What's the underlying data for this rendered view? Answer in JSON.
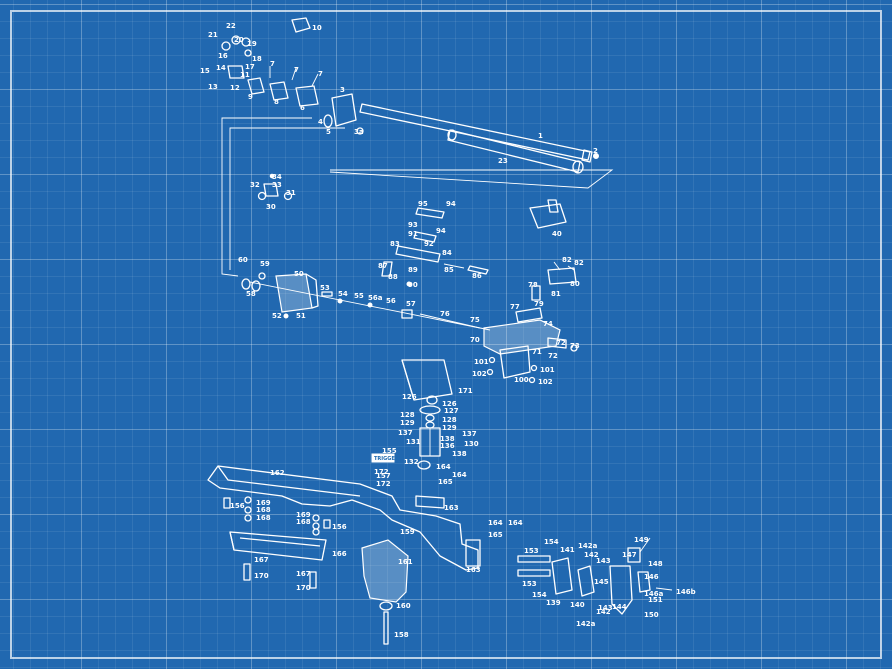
{
  "diagram": {
    "labels": [
      "1",
      "2",
      "3",
      "3a",
      "4",
      "5",
      "6",
      "7",
      "7",
      "7",
      "8",
      "9",
      "10",
      "11",
      "12",
      "13",
      "14",
      "15",
      "16",
      "17",
      "18",
      "19",
      "20",
      "21",
      "22",
      "23",
      "30",
      "31",
      "32",
      "33",
      "34",
      "40",
      "50",
      "51",
      "52",
      "53",
      "54",
      "55",
      "56",
      "56a",
      "57",
      "58",
      "59",
      "60",
      "70",
      "71",
      "72",
      "72",
      "73",
      "74",
      "75",
      "76",
      "77",
      "78",
      "79",
      "80",
      "81",
      "82",
      "82",
      "83",
      "84",
      "85",
      "86",
      "87",
      "88",
      "89",
      "90",
      "91",
      "92",
      "93",
      "94",
      "94",
      "95",
      "100",
      "101",
      "101",
      "102",
      "102",
      "126",
      "126",
      "127",
      "128",
      "128",
      "129",
      "129",
      "130",
      "131",
      "132",
      "136",
      "137",
      "137",
      "138",
      "138",
      "139",
      "140",
      "141",
      "142",
      "142",
      "142a",
      "142a",
      "143",
      "143",
      "144",
      "145",
      "146",
      "146a",
      "146b",
      "147",
      "148",
      "149",
      "150",
      "151",
      "153",
      "153",
      "154",
      "154",
      "155",
      "156",
      "156",
      "157",
      "158",
      "159",
      "160",
      "161",
      "162",
      "163",
      "163",
      "164",
      "164",
      "164",
      "164",
      "165",
      "165",
      "166",
      "167",
      "167",
      "168",
      "168",
      "168",
      "169",
      "169",
      "170",
      "170",
      "171",
      "172",
      "172"
    ],
    "plate_text": "TRIGGER"
  }
}
